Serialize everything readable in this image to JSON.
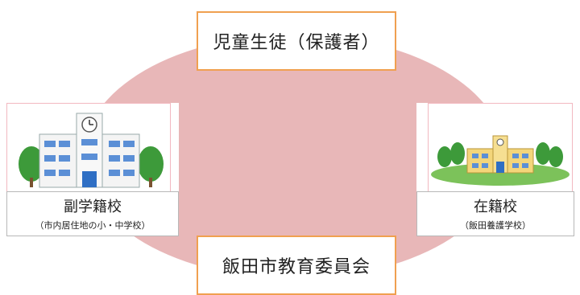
{
  "diagram": {
    "top_node": {
      "label": "児童生徒（保護者）"
    },
    "bottom_node": {
      "label": "飯田市教育委員会"
    },
    "left_node": {
      "label": "副学籍校",
      "sub": "（市内居住地の小・中学校）",
      "icon": "school-building-icon"
    },
    "right_node": {
      "label": "在籍校",
      "sub": "（飯田養護学校）",
      "icon": "school-campus-icon"
    },
    "colors": {
      "ellipse": "#e8b7b8",
      "accent_border": "#f0a050",
      "panel_border": "#f2b8c0",
      "label_border": "#b8b8b8"
    }
  }
}
